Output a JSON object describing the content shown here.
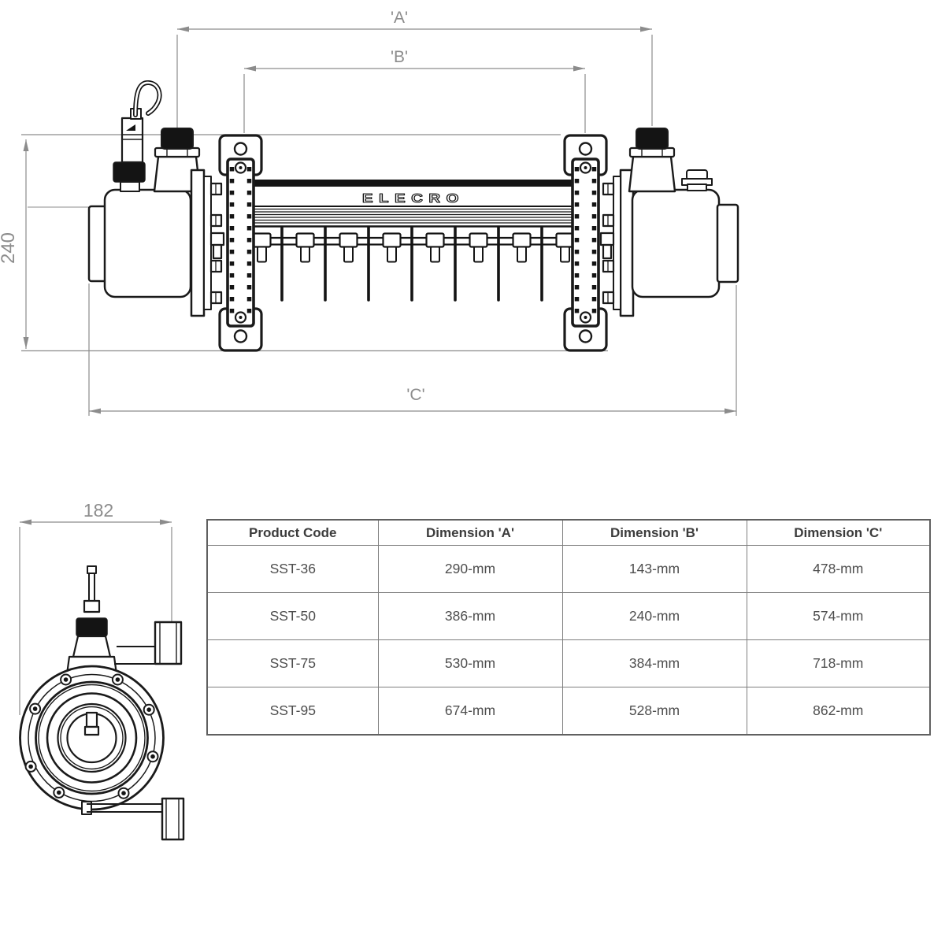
{
  "drawing": {
    "brand": "ELECRO",
    "dims": {
      "a": "'A'",
      "b": "'B'",
      "c": "'C'",
      "height": "240",
      "end_width": "182"
    }
  },
  "table": {
    "headers": [
      "Product Code",
      "Dimension 'A'",
      "Dimension 'B'",
      "Dimension 'C'"
    ],
    "rows": [
      {
        "code": "SST-36",
        "a": "290-mm",
        "b": "143-mm",
        "c": "478-mm"
      },
      {
        "code": "SST-50",
        "a": "386-mm",
        "b": "240-mm",
        "c": "574-mm"
      },
      {
        "code": "SST-75",
        "a": "530-mm",
        "b": "384-mm",
        "c": "718-mm"
      },
      {
        "code": "SST-95",
        "a": "674-mm",
        "b": "528-mm",
        "c": "862-mm"
      }
    ]
  },
  "colors": {
    "ink": "#1a1a1a",
    "dim_line": "#8c8c8c",
    "table_border": "#7e7e7e"
  }
}
